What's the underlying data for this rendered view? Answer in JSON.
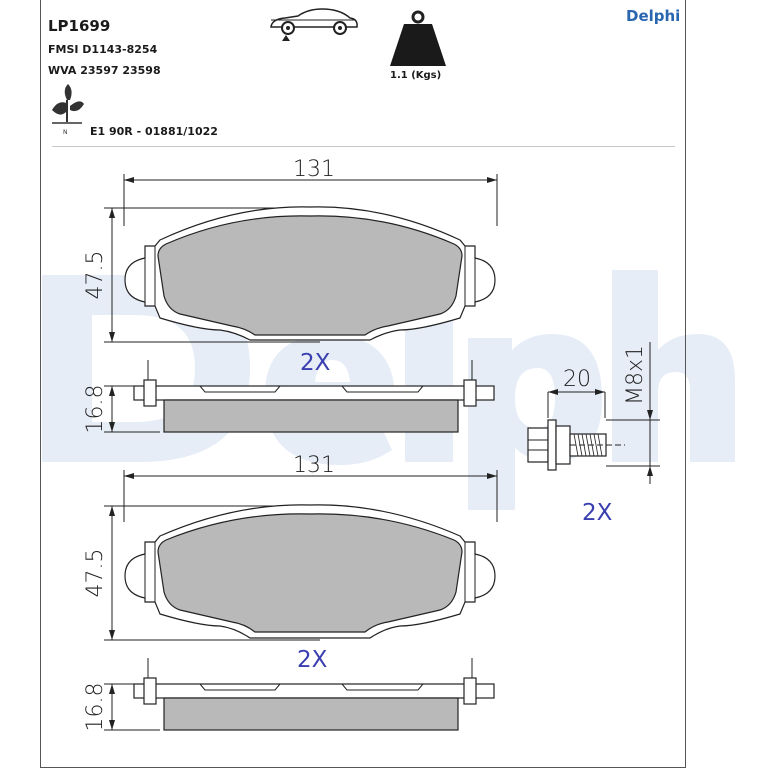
{
  "header": {
    "part_number": "LP1699",
    "fmsi": "FMSI D1143-8254",
    "wva": "WVA 23597 23598",
    "homologation": "E1 90R - 01881/1022",
    "weight_label": "1.1 (Kgs)",
    "brand": "Delphi"
  },
  "icons": {
    "vehicle": "car-position-icon",
    "weight": "weight-icon",
    "eco": "eco-leaf-icon"
  },
  "drawing": {
    "pad_width": "131",
    "pad_height": "47.5",
    "pad_thickness": "16.8",
    "pad_quantity": "2X",
    "bolt_length": "20",
    "bolt_thread": "M8x1",
    "bolt_quantity": "2X"
  },
  "colors": {
    "brand": "#2a66b0",
    "watermark": "#e4ecf6",
    "friction_material": "#b9b9b9",
    "quantity_text": "#3a3fb0"
  }
}
